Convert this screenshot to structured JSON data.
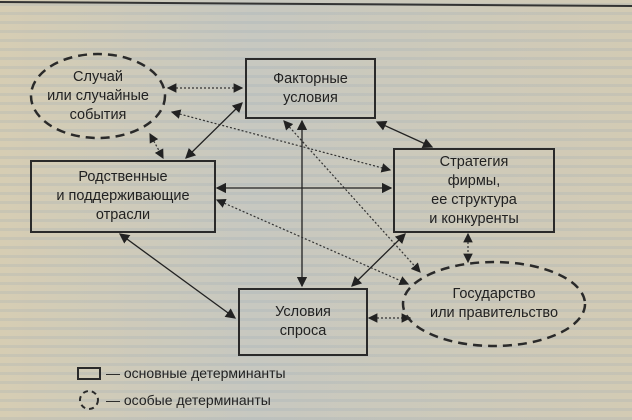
{
  "nodes": {
    "chance": {
      "line1": "Случай",
      "line2": "или случайные",
      "line3": "события"
    },
    "factor": {
      "line1": "Факторные",
      "line2": "условия"
    },
    "related": {
      "line1": "Родственные",
      "line2": "и поддерживающие",
      "line3": "отрасли"
    },
    "strategy": {
      "line1": "Стратегия",
      "line2": "фирмы,",
      "line3": "ее структура",
      "line4": "и конкуренты"
    },
    "demand": {
      "line1": "Условия",
      "line2": "спроса"
    },
    "government": {
      "line1": "Государство",
      "line2": "или правительство"
    }
  },
  "legend": {
    "main": "— основные детерминанты",
    "special": "— особые детерминанты"
  }
}
